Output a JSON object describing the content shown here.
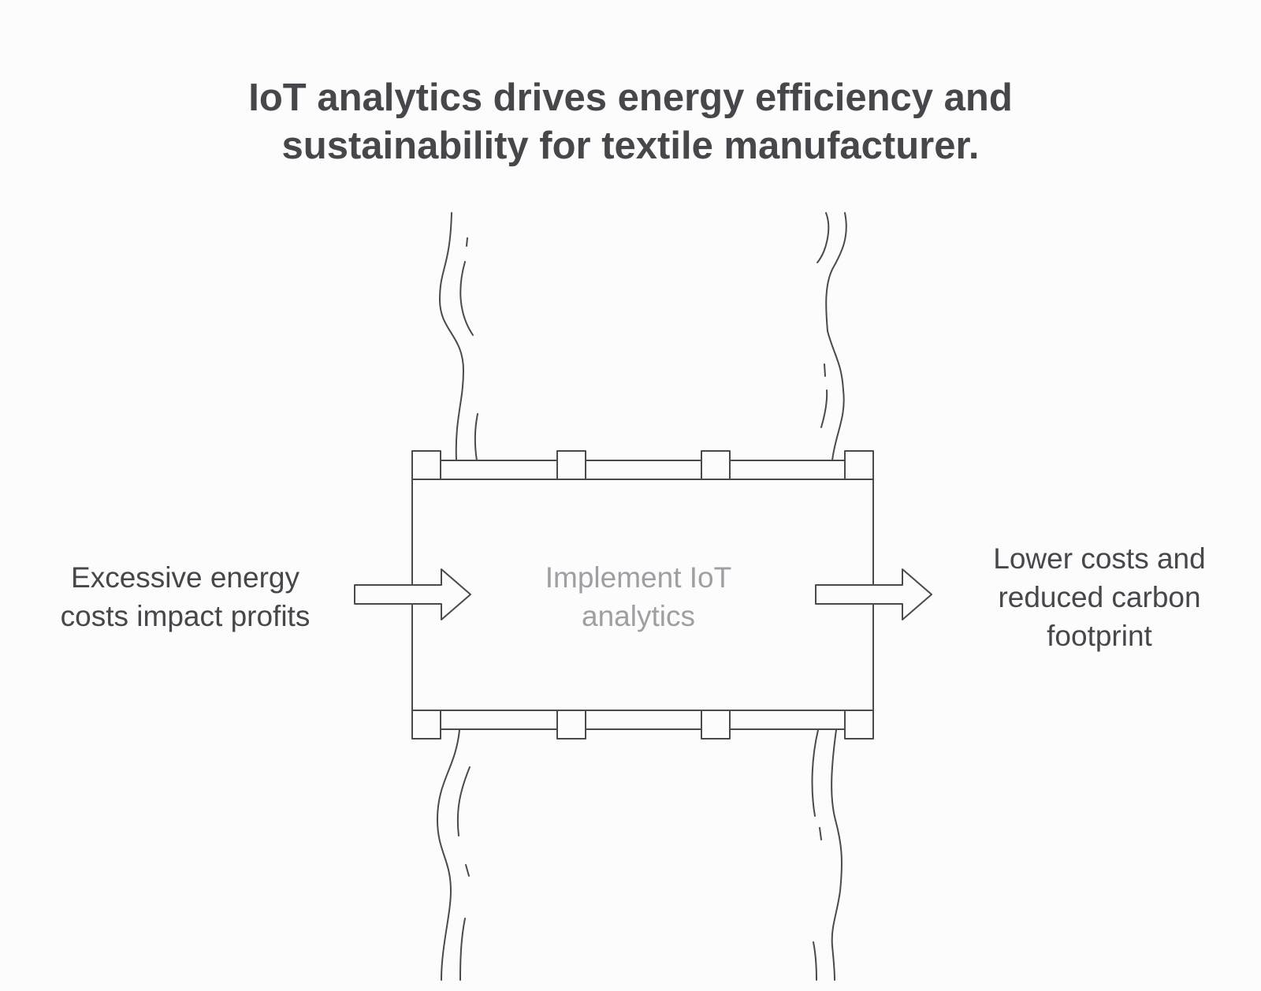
{
  "title": {
    "line1": "IoT analytics drives energy efficiency and",
    "line2": "sustainability for textile manufacturer."
  },
  "input": {
    "line1": "Excessive energy",
    "line2": "costs impact profits"
  },
  "process": {
    "line1": "Implement IoT",
    "line2": "analytics"
  },
  "output": {
    "line1": "Lower costs and",
    "line2": "reduced carbon",
    "line3": "footprint"
  },
  "colors": {
    "stroke": "#4a494e",
    "text": "#47464b",
    "muted_text": "#a09ea3",
    "background": "#fdfcfd"
  }
}
